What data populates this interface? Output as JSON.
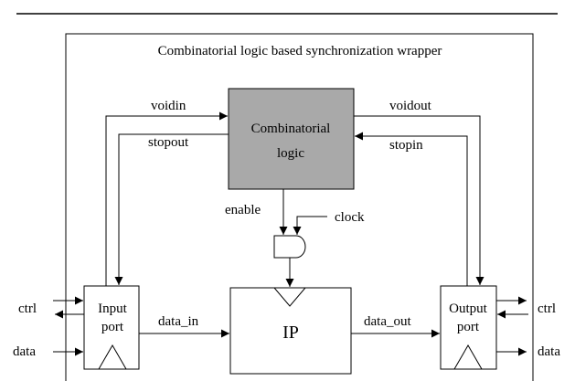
{
  "wrapper": {
    "title": "Combinatorial logic based synchronization wrapper"
  },
  "logic_block": {
    "line1": "Combinatorial",
    "line2": "logic",
    "fill": "#a9a9a9"
  },
  "ip_block": {
    "label": "IP"
  },
  "input_port": {
    "line1": "Input",
    "line2": "port"
  },
  "output_port": {
    "line1": "Output",
    "line2": "port"
  },
  "signals": {
    "voidin": "voidin",
    "stopout": "stopout",
    "voidout": "voidout",
    "stopin": "stopin",
    "enable": "enable",
    "clock": "clock",
    "data_in": "data_in",
    "data_out": "data_out",
    "ctrl_left": "ctrl",
    "data_left": "data",
    "ctrl_right": "ctrl",
    "data_right": "data"
  }
}
